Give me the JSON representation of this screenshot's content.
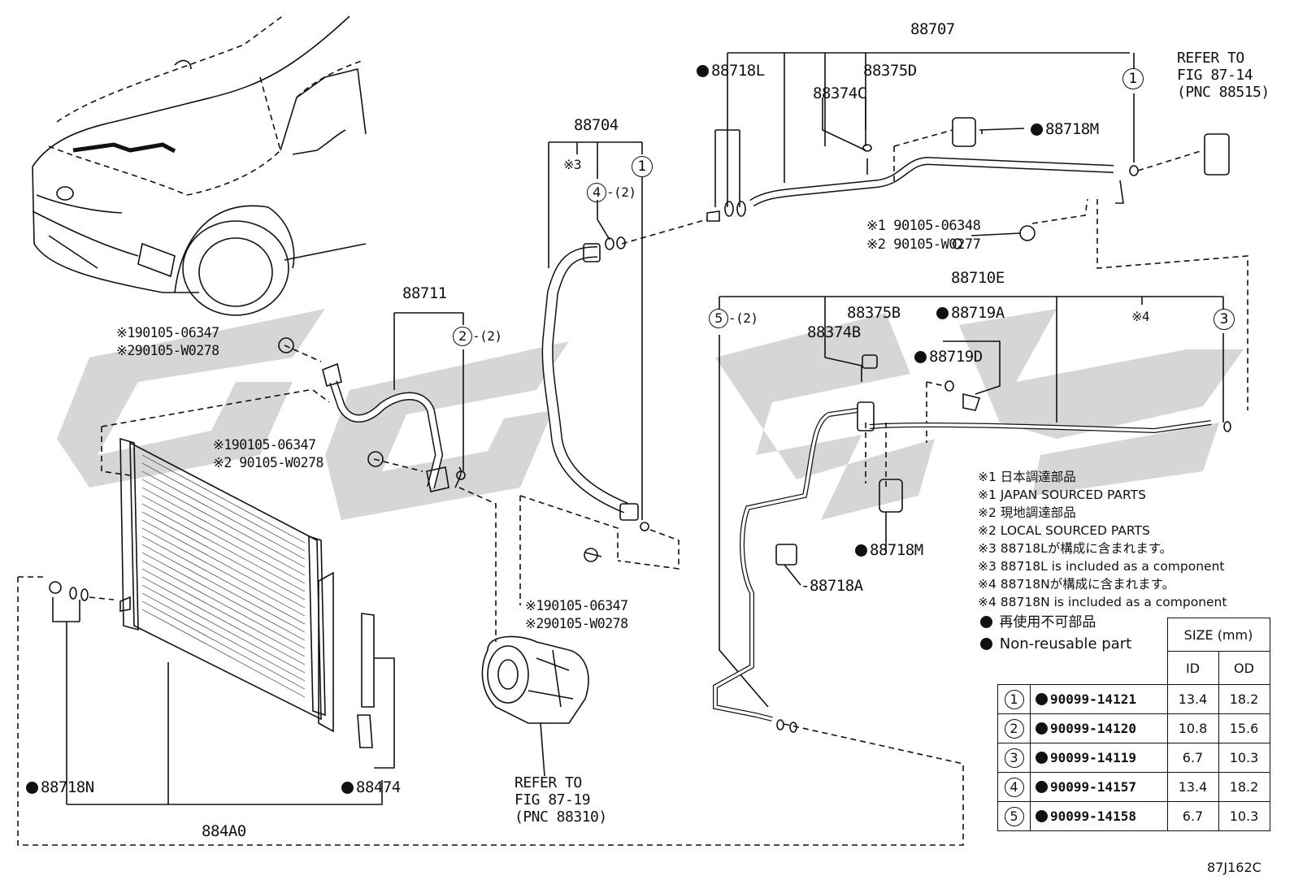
{
  "diagram_id": "87J162C",
  "parts": {
    "p88707": "88707",
    "p88718L": "88718L",
    "p88375D": "88375D",
    "p88374C": "88374C",
    "p88718M_top": "88718M",
    "p88704": "88704",
    "p88711": "88711",
    "p88710E": "88710E",
    "p88375B": "88375B",
    "p88719A": "88719A",
    "p88374B": "88374B",
    "p88719D": "88719D",
    "p88718M_mid": "88718M",
    "p88718A": "88718A",
    "p88718N": "88718N",
    "p88474": "88474",
    "p884A0": "884A0"
  },
  "refs": {
    "top_right": [
      "REFER TO",
      "FIG 87-14",
      "(PNC 88515)"
    ],
    "bottom": [
      "REFER TO",
      "FIG 87-19",
      "(PNC 88310)"
    ]
  },
  "bolts": {
    "a1": "※1 90105-06348",
    "a2": "※2 90105-W0277",
    "b1": "※190105-06347",
    "b2": "※290105-W0278",
    "c1": "※190105-06347",
    "c2": "※2 90105-W0278",
    "d1": "※190105-06347",
    "d2": "※290105-W0278"
  },
  "marks": {
    "x3": "※3",
    "x4": "※4",
    "qty2": "-(2)"
  },
  "notes": [
    "※1 日本調達部品",
    "※1 JAPAN SOURCED PARTS",
    "※2 現地調達部品",
    "※2 LOCAL SOURCED PARTS",
    "※3 88718Lが構成に含まれます。",
    "※3 88718L is included as a component",
    "※4 88718Nが構成に含まれます。",
    "※4 88718N is included as a component"
  ],
  "legend": {
    "jp": "再使用不可部品",
    "en": "Non-reusable part"
  },
  "seal_table": {
    "size_header": "SIZE (mm)",
    "id_header": "ID",
    "od_header": "OD",
    "rows": [
      {
        "num": "1",
        "part": "90099-14121",
        "id": "13.4",
        "od": "18.2"
      },
      {
        "num": "2",
        "part": "90099-14120",
        "id": "10.8",
        "od": "15.6"
      },
      {
        "num": "3",
        "part": "90099-14119",
        "id": "6.7",
        "od": "10.3"
      },
      {
        "num": "4",
        "part": "90099-14157",
        "id": "13.4",
        "od": "18.2"
      },
      {
        "num": "5",
        "part": "90099-14158",
        "id": "6.7",
        "od": "10.3"
      }
    ]
  },
  "colors": {
    "ink": "#111111",
    "watermark": "#cfcfcf"
  }
}
